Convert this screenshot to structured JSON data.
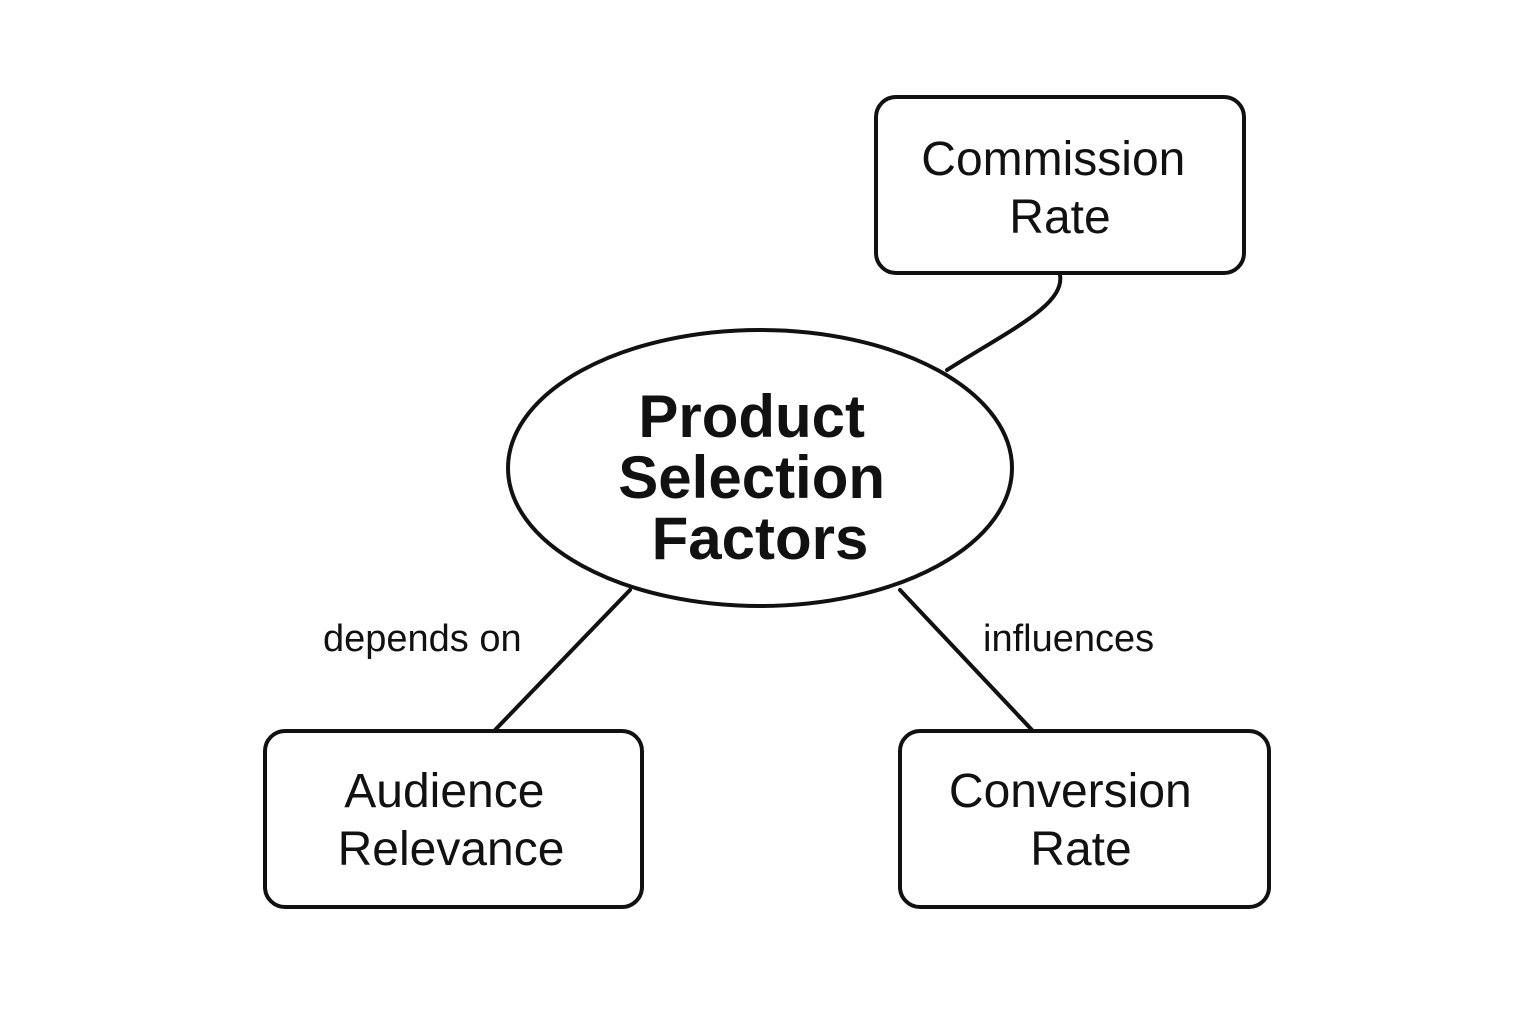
{
  "diagram": {
    "center": {
      "lines": [
        "Product",
        "Selection",
        "Factors"
      ]
    },
    "nodes": {
      "commission": {
        "lines": [
          "Commission",
          "Rate"
        ]
      },
      "audience": {
        "lines": [
          "Audience",
          "Relevance"
        ]
      },
      "conversion": {
        "lines": [
          "Conversion",
          "Rate"
        ]
      }
    },
    "edges": {
      "audience_label": "depends on",
      "conversion_label": "influences"
    },
    "colors": {
      "stroke": "#111111",
      "background": "#ffffff",
      "text": "#111111"
    }
  }
}
